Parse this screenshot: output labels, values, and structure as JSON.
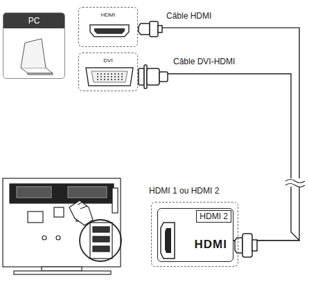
{
  "diagram": {
    "nodes": [
      {
        "text": [
          "PC"
        ]
      },
      {
        "text": [
          "HDMI"
        ]
      },
      {
        "text": [
          "DVI"
        ]
      },
      {
        "text": [
          "HDMI 1 ou HDMI 2"
        ]
      },
      {
        "text": [
          "HDMI 2",
          "HDMI"
        ],
        "in": 3
      }
    ],
    "edges": [
      {
        "from": 1,
        "to": 4,
        "arrow": "none",
        "label": "Câble HDMI"
      },
      {
        "from": 2,
        "to": 4,
        "arrow": "none",
        "label": "Câble DVI-HDMI"
      }
    ]
  }
}
